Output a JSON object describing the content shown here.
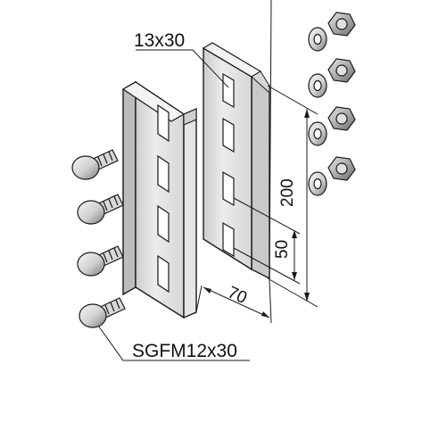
{
  "diagram": {
    "labels": {
      "slot": "13x30",
      "height": "200",
      "pitch": "50",
      "width": "70",
      "bolt": "SGFM12x30"
    },
    "parts": {
      "plates": 2,
      "slots_per_plate": 4,
      "bolts": 4,
      "nuts": 4,
      "washers": 4
    },
    "colors": {
      "line": "#1a1a1a",
      "plate_front": "#e4e4e4",
      "plate_side": "#bdbdbd",
      "slot": "#ffffff",
      "metal_light": "#f2f2f2",
      "metal_dark": "#6e6e6e"
    }
  }
}
